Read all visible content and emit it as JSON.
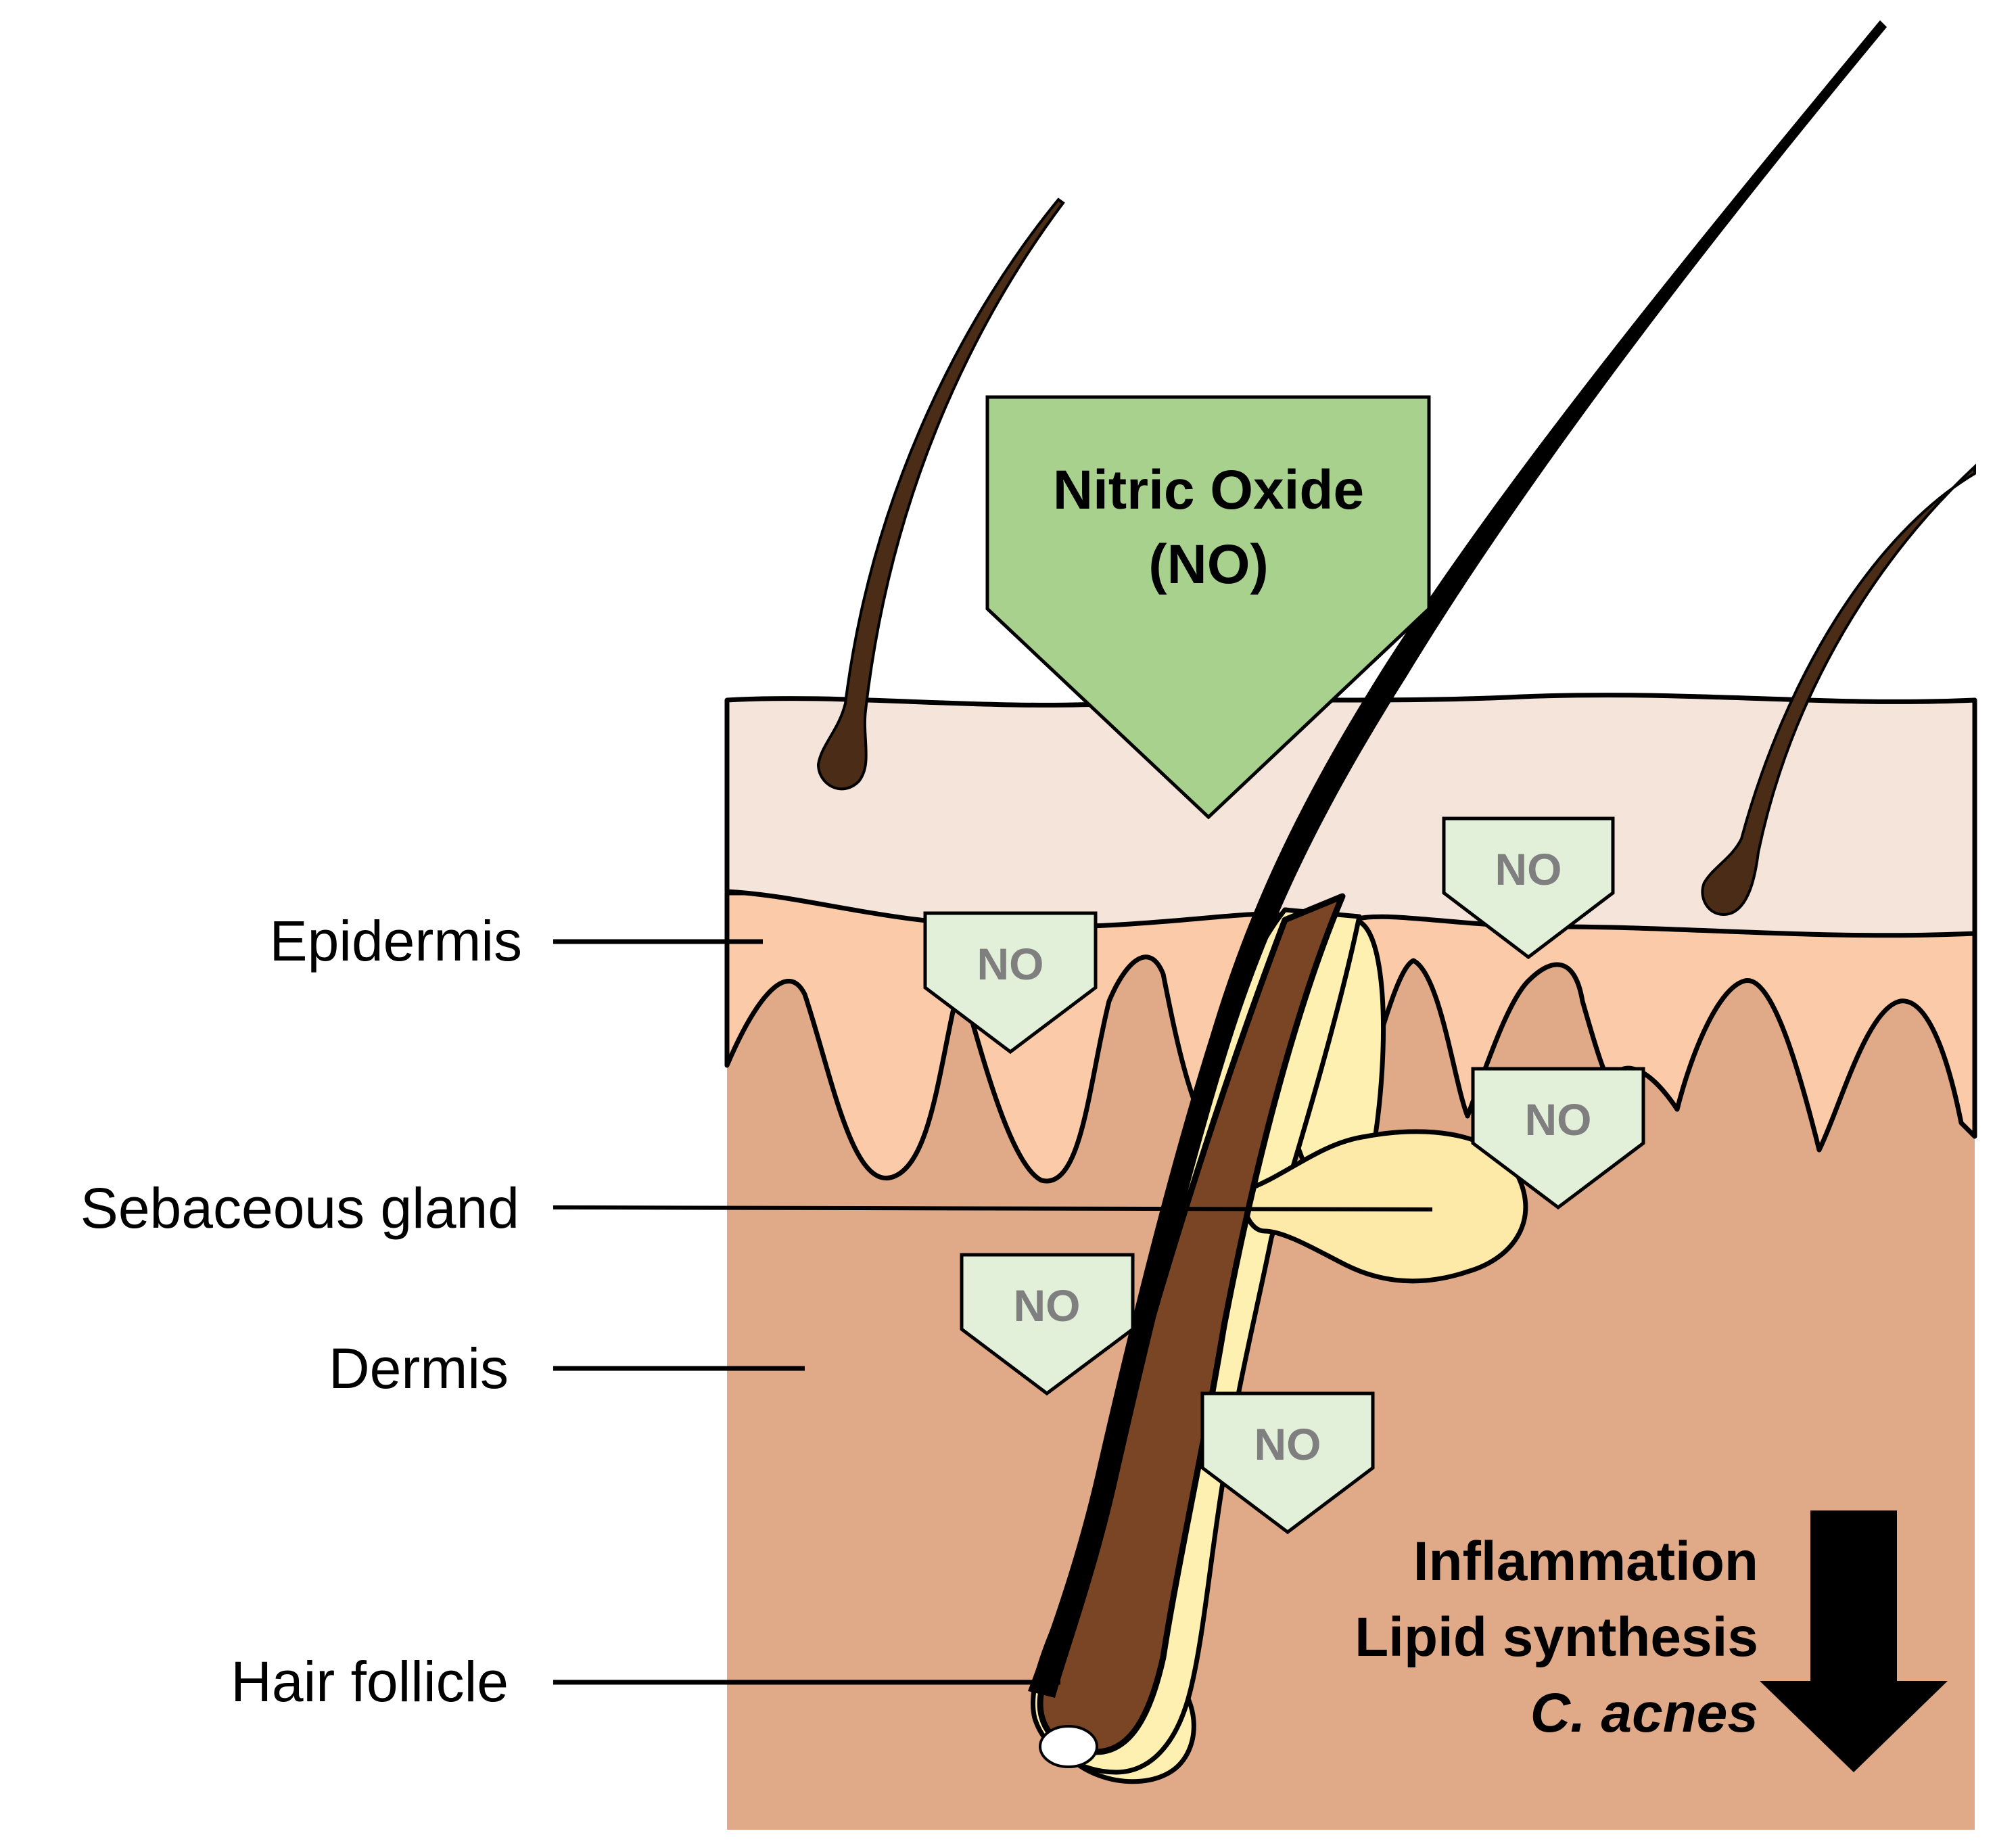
{
  "labels": {
    "epidermis": "Epidermis",
    "sebaceous_gland": "Sebaceous gland",
    "dermis": "Dermis",
    "hair_follicle": "Hair follicle"
  },
  "nitric_oxide": {
    "line1": "Nitric Oxide",
    "line2": "(NO)"
  },
  "no_markers": [
    "NO",
    "NO",
    "NO",
    "NO",
    "NO"
  ],
  "effects": {
    "inflammation": "Inflammation",
    "lipid_synthesis": "Lipid synthesis",
    "c_acnes": "C. acnes"
  },
  "colors": {
    "stratum_corneum": "#f5e4d9",
    "epidermis": "#fbcaa9",
    "dermis": "#e0a987",
    "hair_shaft": "#7a4525",
    "follicle_sheath": "#fdf0b0",
    "sebaceous_gland": "#fde9a8",
    "nitric_oxide_arrow": "#a9d18e",
    "no_marker": "#e2efd9",
    "outline": "#000000"
  }
}
